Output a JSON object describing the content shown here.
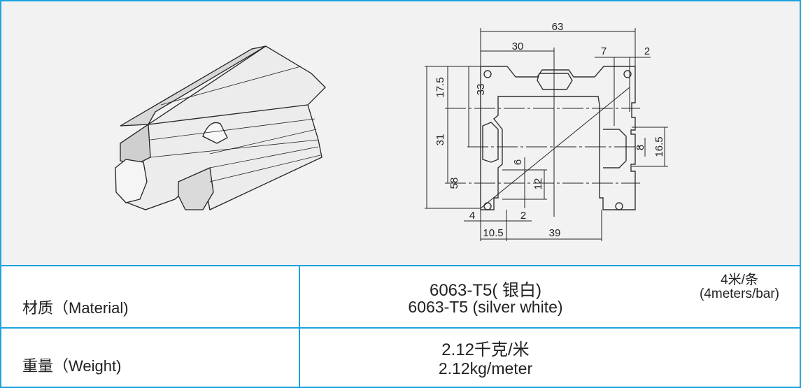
{
  "drawing": {
    "dimensions": {
      "overall_width": "63",
      "half_width": "30",
      "slot_offset": "7",
      "wall": "2",
      "top_to_center": "17.5",
      "top_to_mid": "33",
      "center_span": "31",
      "overall_height": "58",
      "side_slot_span": "16.5",
      "slot_width": "8",
      "small_slot": "6",
      "slot_span": "12",
      "bottom_left": "4",
      "bottom_wall": "2",
      "bottom_offset": "10.5",
      "bottom_span": "39"
    }
  },
  "table": {
    "rows": [
      {
        "label": "材质（Material)",
        "value_cn": "6063-T5( 银白)",
        "value_en": "6063-T5 (silver white)",
        "note_cn": "4米/条",
        "note_en": "(4meters/bar)"
      },
      {
        "label": "重量（Weight)",
        "value_cn": "2.12千克/米",
        "value_en": "2.12kg/meter"
      }
    ]
  },
  "colors": {
    "border": "#1ea2df",
    "panel": "#f2f2f2"
  }
}
